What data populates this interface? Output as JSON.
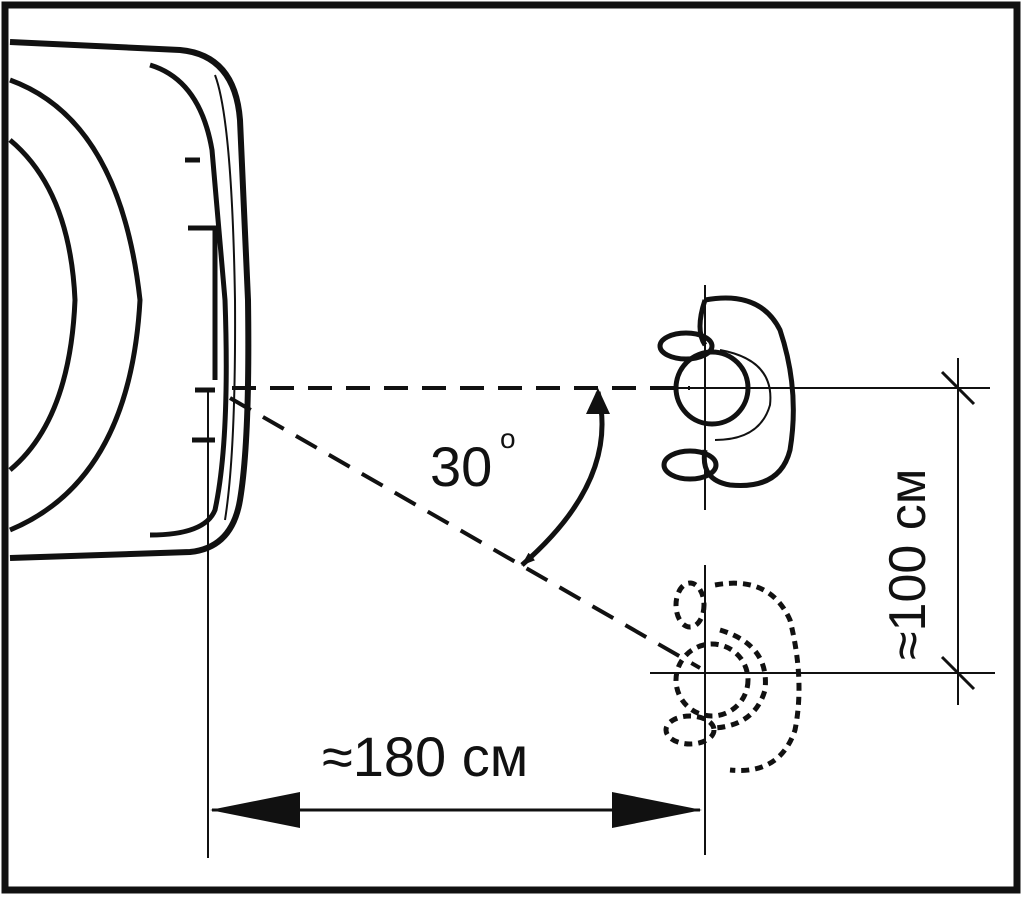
{
  "diagram": {
    "angle_label": "30",
    "angle_degree_symbol": "o",
    "lateral_distance_label": "≈100 см",
    "forward_distance_label": "≈180 см",
    "colors": {
      "ink": "#111111",
      "background": "#ffffff"
    }
  }
}
